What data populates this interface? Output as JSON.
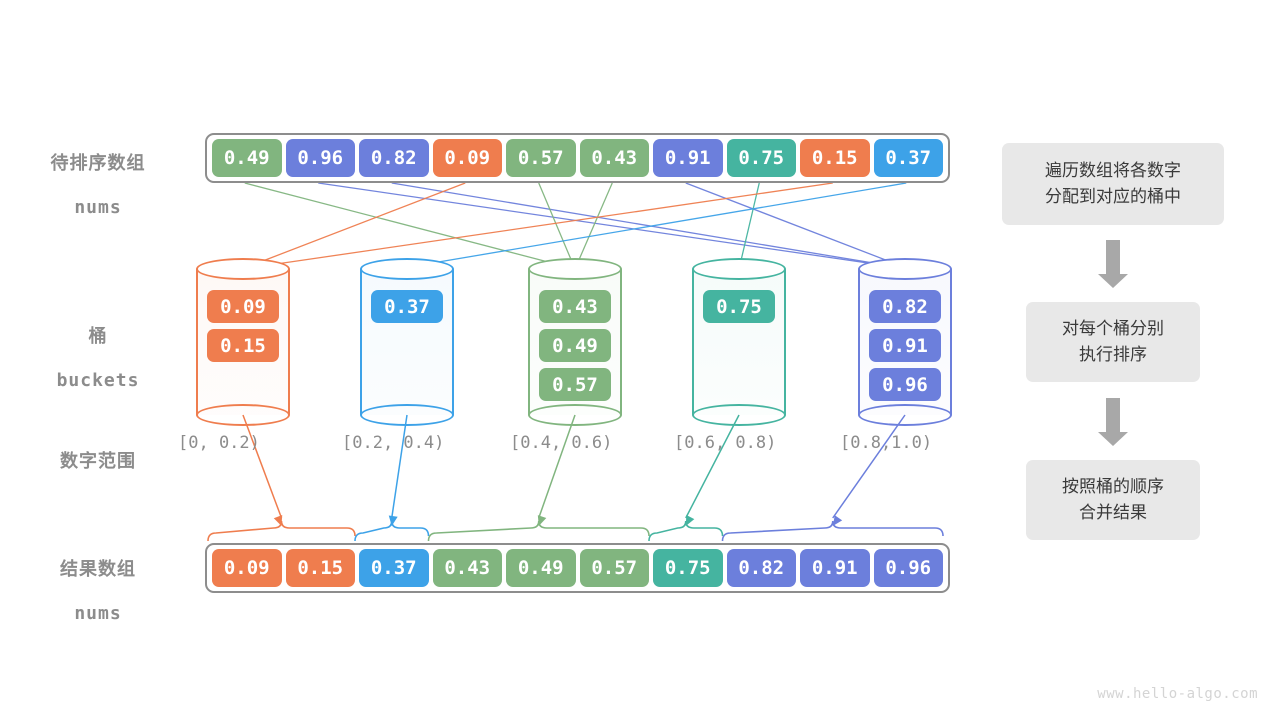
{
  "palette": {
    "green": "#81b57f",
    "blue": "#3da2e8",
    "purple": "#6c7fdc",
    "orange": "#ef7d4e",
    "teal": "#45b4a0",
    "gray_text": "#8c8c8c",
    "frame": "#8d8d8d",
    "flow_bg": "#e8e8e8",
    "arrow_gray": "#a8a8a8",
    "watermark": "#d4d4d4"
  },
  "labels": {
    "input_array": {
      "cn": "待排序数组",
      "en": "nums"
    },
    "buckets": {
      "cn": "桶",
      "en": "buckets"
    },
    "number_range": {
      "cn": "数字范围",
      "en": ""
    },
    "result_array": {
      "cn": "结果数组",
      "en": "nums"
    }
  },
  "input_array": {
    "values": [
      "0.49",
      "0.96",
      "0.82",
      "0.09",
      "0.57",
      "0.43",
      "0.91",
      "0.75",
      "0.15",
      "0.37"
    ],
    "colors": [
      "green",
      "purple",
      "purple",
      "orange",
      "green",
      "green",
      "purple",
      "teal",
      "orange",
      "blue"
    ]
  },
  "buckets": [
    {
      "range": "[0, 0.2)",
      "color": "orange",
      "items": [
        "0.09",
        "0.15"
      ]
    },
    {
      "range": "[0.2, 0.4)",
      "color": "blue",
      "items": [
        "0.37"
      ]
    },
    {
      "range": "[0.4, 0.6)",
      "color": "green",
      "items": [
        "0.43",
        "0.49",
        "0.57"
      ]
    },
    {
      "range": "[0.6, 0.8)",
      "color": "teal",
      "items": [
        "0.75"
      ]
    },
    {
      "range": "[0.8,1.0)",
      "color": "purple",
      "items": [
        "0.82",
        "0.91",
        "0.96"
      ]
    }
  ],
  "result_array": {
    "values": [
      "0.09",
      "0.15",
      "0.37",
      "0.43",
      "0.49",
      "0.57",
      "0.75",
      "0.82",
      "0.91",
      "0.96"
    ],
    "colors": [
      "orange",
      "orange",
      "blue",
      "green",
      "green",
      "green",
      "teal",
      "purple",
      "purple",
      "purple"
    ]
  },
  "flow_steps": [
    {
      "lines": [
        "遍历数组将各数字",
        "分配到对应的桶中"
      ]
    },
    {
      "lines": [
        "对每个桶分别",
        "执行排序"
      ]
    },
    {
      "lines": [
        "按照桶的顺序",
        "合并结果"
      ]
    }
  ],
  "watermark": "www.hello-algo.com"
}
